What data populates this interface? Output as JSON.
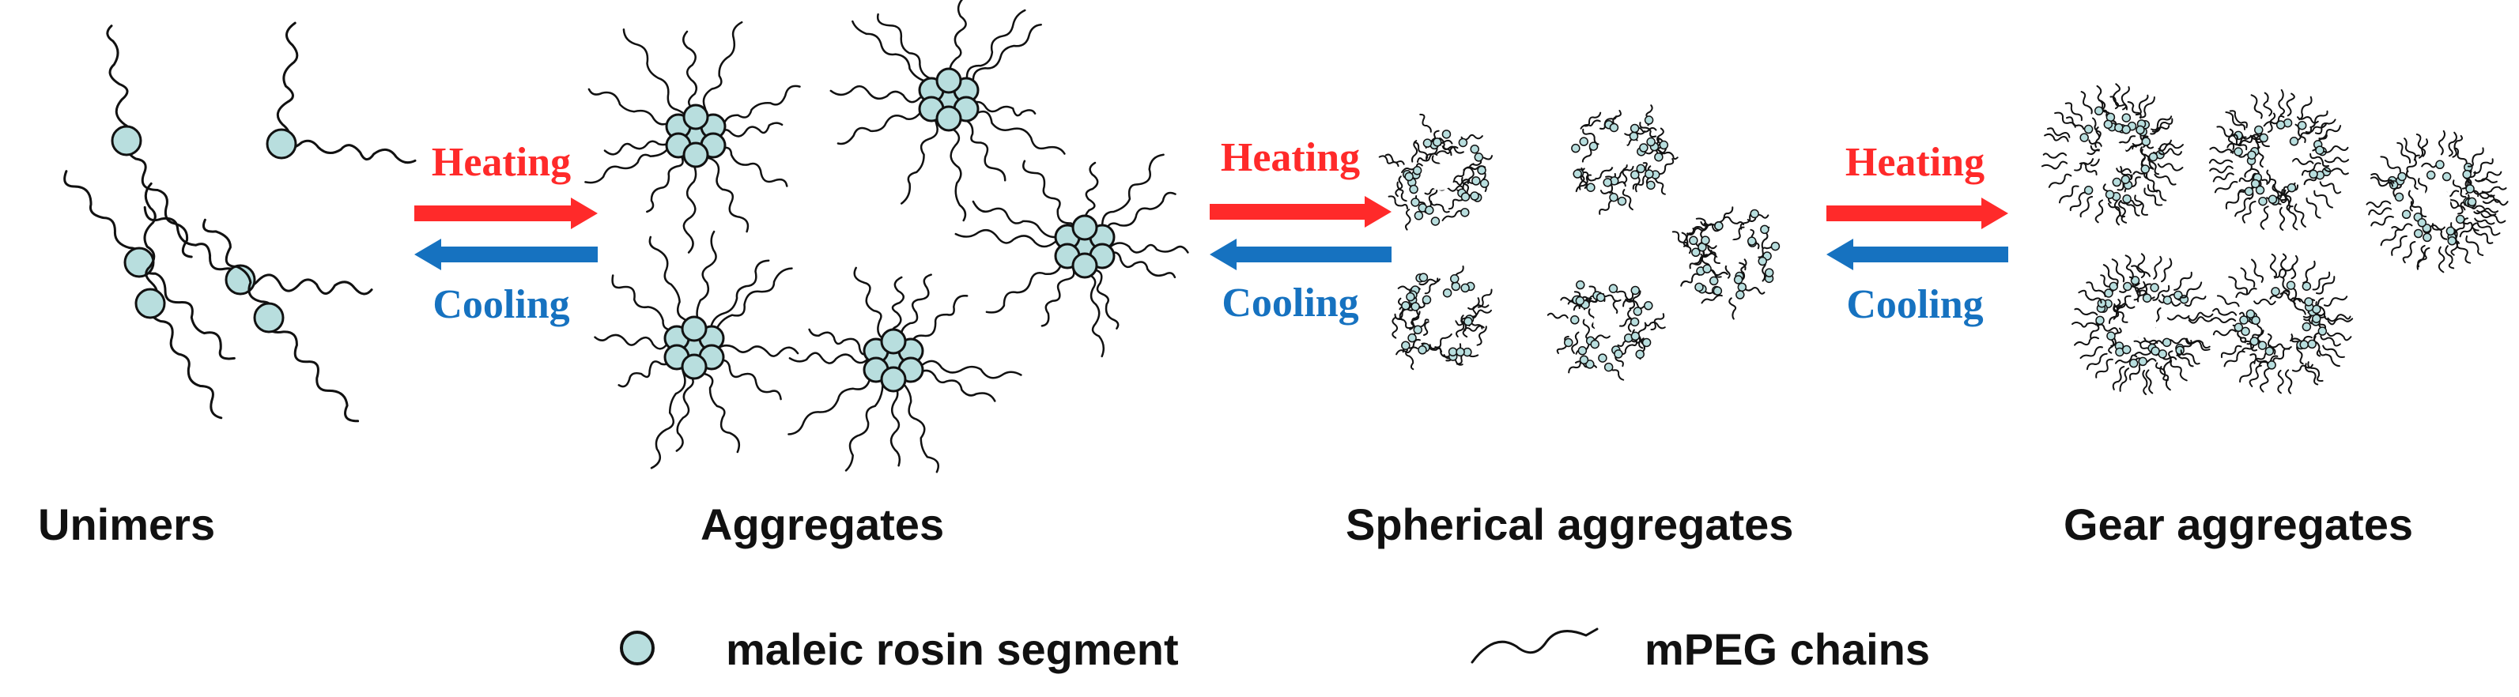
{
  "colors": {
    "heating": "#ff2a2a",
    "cooling": "#1672c0",
    "segment_fill": "#b8dede",
    "segment_stroke": "#111111",
    "chain": "#111111",
    "label": "#111111"
  },
  "transitions": [
    {
      "heating_label": "Heating",
      "cooling_label": "Cooling"
    },
    {
      "heating_label": "Heating",
      "cooling_label": "Cooling"
    },
    {
      "heating_label": "Heating",
      "cooling_label": "Cooling"
    }
  ],
  "stages": [
    {
      "label": "Unimers"
    },
    {
      "label": "Aggregates"
    },
    {
      "label": "Spherical aggregates"
    },
    {
      "label": "Gear aggregates"
    }
  ],
  "legend": {
    "segment_label": "maleic rosin segment",
    "segment_icon": "teal-circle-icon",
    "chain_label": "mPEG chains",
    "chain_icon": "wavy-line-icon"
  }
}
